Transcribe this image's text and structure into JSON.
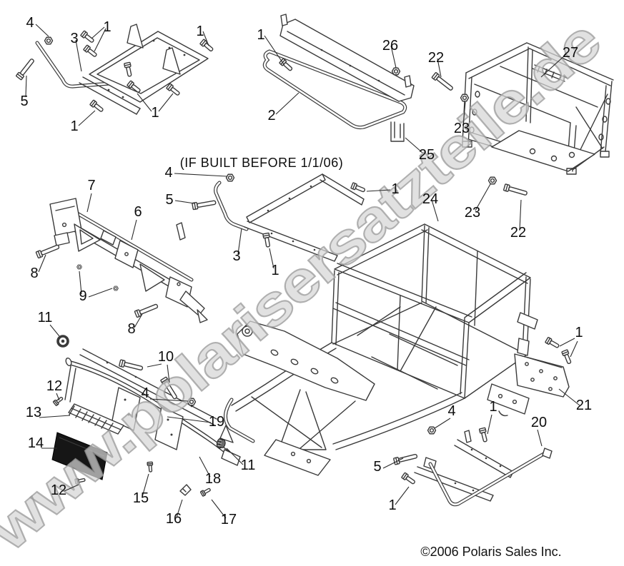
{
  "figure": {
    "type": "exploded-parts-diagram",
    "subject": "Chassis / frame assembly exploded view"
  },
  "watermark": "www.polarisersatzteile.de",
  "note": "(IF BUILT BEFORE 1/1/06)",
  "copyright": "©2006 Polaris Sales Inc.",
  "colors": {
    "line": "#3a3a3a",
    "watermark_fill": "#d6d6d6",
    "watermark_stroke": "#9a9a9a",
    "screen_fill": "#161616",
    "background": "#ffffff"
  },
  "callouts": [
    {
      "label": "4"
    },
    {
      "label": "1"
    },
    {
      "label": "3"
    },
    {
      "label": "1"
    },
    {
      "label": "1"
    },
    {
      "label": "26"
    },
    {
      "label": "22"
    },
    {
      "label": "27"
    },
    {
      "label": "5"
    },
    {
      "label": "1"
    },
    {
      "label": "1"
    },
    {
      "label": "2"
    },
    {
      "label": "23"
    },
    {
      "label": "25"
    },
    {
      "label": "4"
    },
    {
      "label": "1"
    },
    {
      "label": "24"
    },
    {
      "label": "5"
    },
    {
      "label": "23"
    },
    {
      "label": "22"
    },
    {
      "label": "7"
    },
    {
      "label": "6"
    },
    {
      "label": "3"
    },
    {
      "label": "1"
    },
    {
      "label": "8"
    },
    {
      "label": "9"
    },
    {
      "label": "11"
    },
    {
      "label": "8"
    },
    {
      "label": "1"
    },
    {
      "label": "10"
    },
    {
      "label": "12"
    },
    {
      "label": "4"
    },
    {
      "label": "13"
    },
    {
      "label": "21"
    },
    {
      "label": "4"
    },
    {
      "label": "1"
    },
    {
      "label": "20"
    },
    {
      "label": "19"
    },
    {
      "label": "14"
    },
    {
      "label": "11"
    },
    {
      "label": "5"
    },
    {
      "label": "18"
    },
    {
      "label": "12"
    },
    {
      "label": "15"
    },
    {
      "label": "1"
    },
    {
      "label": "16"
    },
    {
      "label": "17"
    }
  ]
}
